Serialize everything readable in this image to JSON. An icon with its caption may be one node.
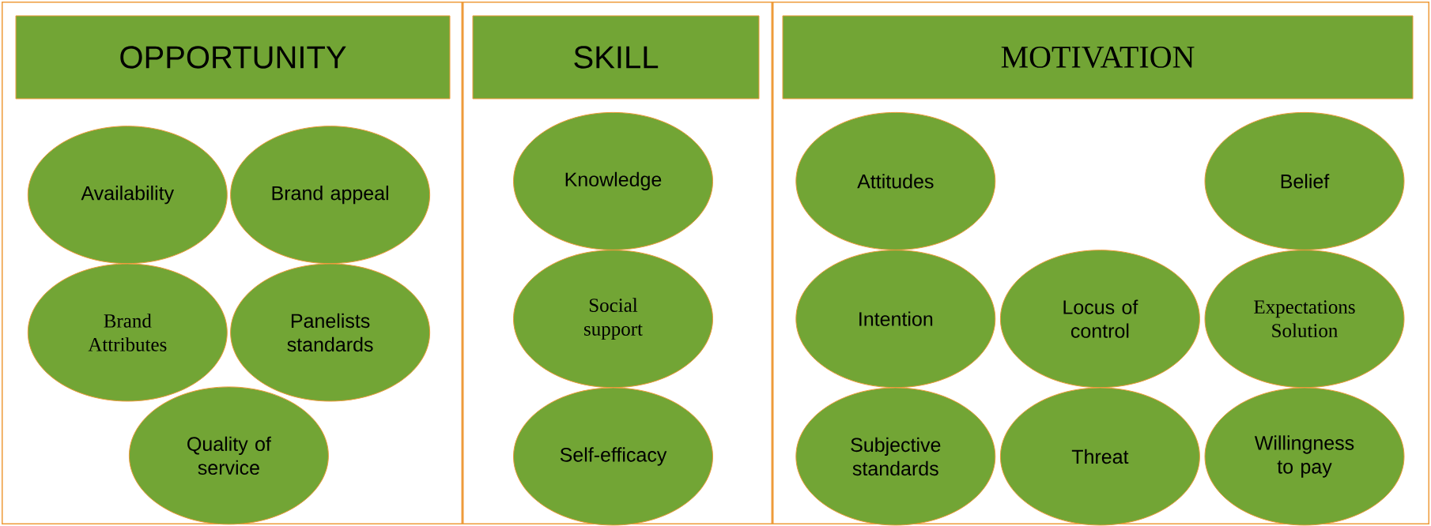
{
  "diagram": {
    "nodes": [
      {
        "text": [],
        "shape": "box"
      },
      {
        "text": [
          "OPPORTUNITY"
        ],
        "in": 0
      },
      {
        "text": [
          "Availability"
        ],
        "in": 0
      },
      {
        "text": [
          "Brand appeal"
        ],
        "in": 0
      },
      {
        "text": [
          "Brand Attributes"
        ],
        "in": 0
      },
      {
        "text": [
          "Panelists standards"
        ],
        "in": 0
      },
      {
        "text": [
          "Quality of service"
        ],
        "in": 0
      },
      {
        "text": [],
        "shape": "box"
      },
      {
        "text": [
          "SKILL"
        ],
        "in": 7
      },
      {
        "text": [
          "Knowledge"
        ],
        "in": 7
      },
      {
        "text": [
          "Social support"
        ],
        "in": 7
      },
      {
        "text": [
          "Self-efficacy"
        ],
        "in": 7
      },
      {
        "text": [],
        "shape": "box"
      },
      {
        "text": [
          "MOTIVATION"
        ],
        "in": 12
      },
      {
        "text": [
          "Attitudes"
        ],
        "in": 12
      },
      {
        "text": [
          "Belief"
        ],
        "in": 12
      },
      {
        "text": [
          "Intention"
        ],
        "in": 12
      },
      {
        "text": [
          "Locus of control"
        ],
        "in": 12
      },
      {
        "text": [
          "Expectations Solution"
        ],
        "in": 12
      },
      {
        "text": [
          "Subjective standards"
        ],
        "in": 12
      },
      {
        "text": [
          "Threat"
        ],
        "in": 12
      },
      {
        "text": [
          "Willingness to pay"
        ],
        "in": 12
      }
    ]
  }
}
